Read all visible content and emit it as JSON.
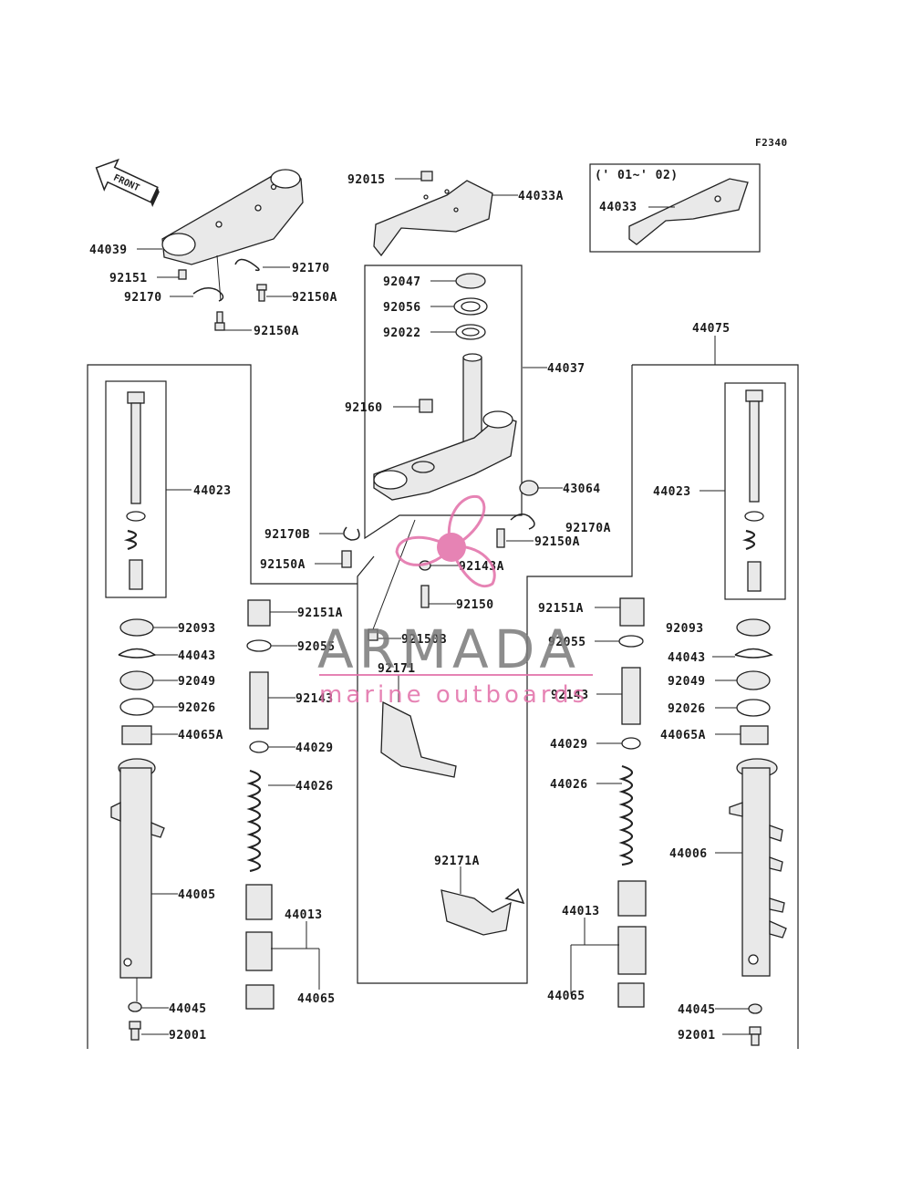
{
  "figure_code": "F2340",
  "front_label": "FRONT",
  "year_range": "(' 01~' 02)",
  "watermark": {
    "title": "ARMADA",
    "subtitle": "marine outboards",
    "color": "#e26ea8"
  },
  "labels": {
    "l92015": "92015",
    "l44033A": "44033A",
    "l44033": "44033",
    "l44039": "44039",
    "l92151": "92151",
    "l92170_a": "92170",
    "l92170_b": "92170",
    "l92150A_a": "92150A",
    "l92150A_b": "92150A",
    "l92047": "92047",
    "l92056": "92056",
    "l92022": "92022",
    "l44037": "44037",
    "l44075": "44075",
    "l92160": "92160",
    "l43064": "43064",
    "l44023_L": "44023",
    "l44023_R": "44023",
    "l92170B": "92170B",
    "l92170A": "92170A",
    "l92150A_c": "92150A",
    "l92150A_d": "92150A",
    "l92143A": "92143A",
    "l92150": "92150",
    "l92151A_L": "92151A",
    "l92151A_R": "92151A",
    "l92093_L": "92093",
    "l92093_R": "92093",
    "l92150B": "92150B",
    "l92055_L": "92055",
    "l92055_R": "92055",
    "l44043_L": "44043",
    "l44043_R": "44043",
    "l92171": "92171",
    "l92049_L": "92049",
    "l92049_R": "92049",
    "l92143_L": "92143",
    "l92143_R": "92143",
    "l92026_L": "92026",
    "l92026_R": "92026",
    "l44065A_L": "44065A",
    "l44065A_R": "44065A",
    "l44029_L": "44029",
    "l44029_R": "44029",
    "l44026_L": "44026",
    "l44026_R": "44026",
    "l44006": "44006",
    "l92171A": "92171A",
    "l44005": "44005",
    "l44013_L": "44013",
    "l44013_R": "44013",
    "l44065_L": "44065",
    "l44065_R": "44065",
    "l44045_L": "44045",
    "l44045_R": "44045",
    "l92001_L": "92001",
    "l92001_R": "92001"
  }
}
